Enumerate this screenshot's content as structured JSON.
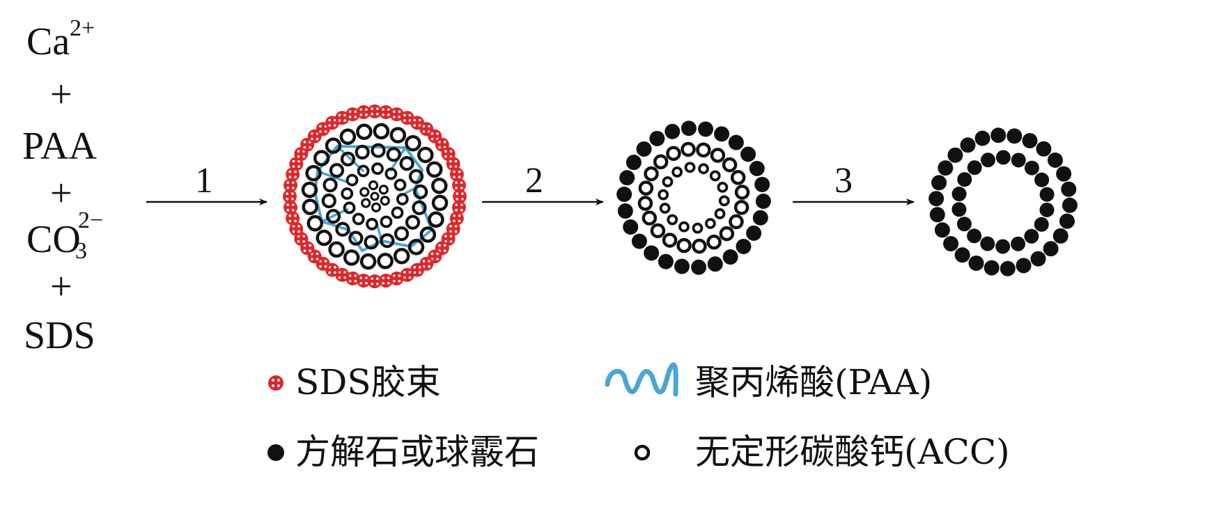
{
  "reactants": {
    "ca": "Ca",
    "ca_charge": "2+",
    "plus1": "+",
    "paa": "PAA",
    "plus2": "+",
    "co": "CO",
    "co_sub": "3",
    "co_charge": "2−",
    "plus3": "+",
    "sds": "SDS"
  },
  "steps": {
    "step1": "1",
    "step2": "2",
    "step3": "3"
  },
  "legend": {
    "sds_micelle": "SDS胶束",
    "paa": "聚丙烯酸(PAA)",
    "calcite": "方解石或球霰石",
    "acc": "无定形碳酸钙(ACC)"
  },
  "colors": {
    "micelle_red": "#e0262a",
    "paa_blue": "#4aa6d0",
    "particle_black": "#111111"
  },
  "icons": [
    "sds-micelle-icon",
    "paa-chain-icon",
    "calcite-dot-icon",
    "acc-ring-icon",
    "arrow-right-icon"
  ]
}
